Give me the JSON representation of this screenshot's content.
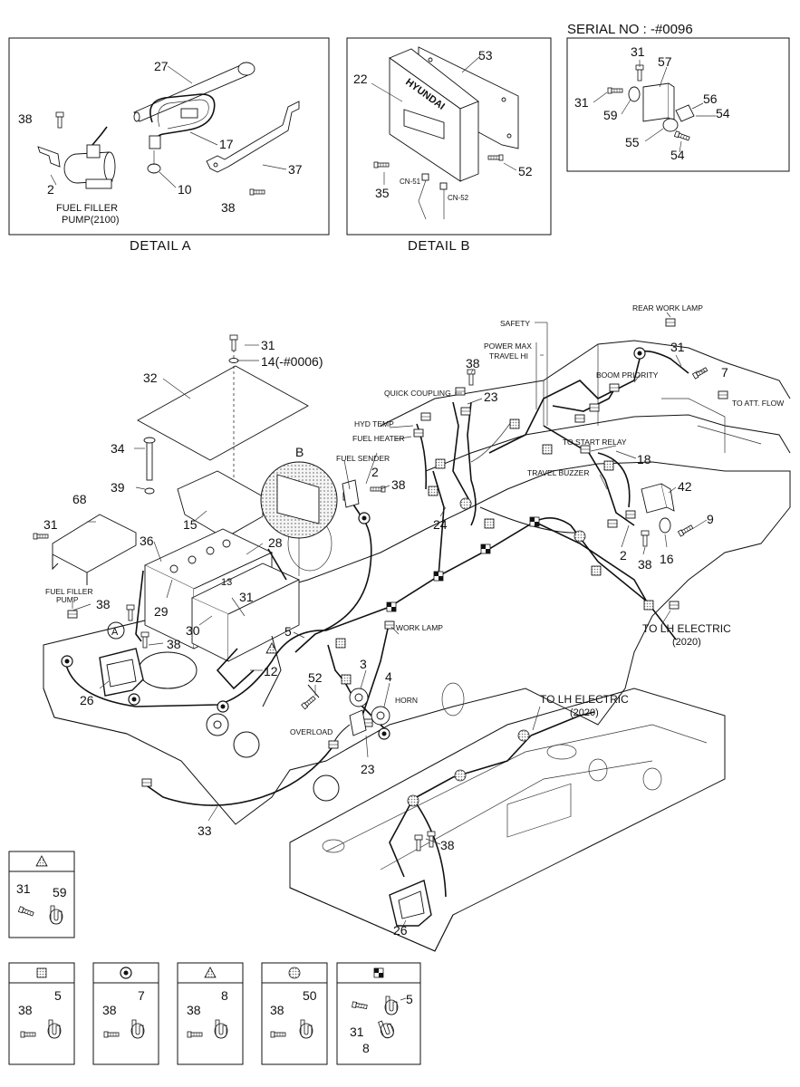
{
  "serial_text": "SERIAL NO : -#0096",
  "detail_a": {
    "caption": "DETAIL  A",
    "pump_label_1": "FUEL FILLER",
    "pump_label_2": "PUMP(2100)",
    "callouts": [
      "27",
      "38",
      "17",
      "2",
      "10",
      "37",
      "38"
    ]
  },
  "detail_b": {
    "caption": "DETAIL  B",
    "brand": "HYUNDAI",
    "connector_1": "CN-51",
    "connector_2": "CN-52",
    "callouts": [
      "53",
      "22",
      "35",
      "52"
    ]
  },
  "detail_c": {
    "callouts": [
      "31",
      "57",
      "31",
      "59",
      "56",
      "54",
      "55",
      "54"
    ]
  },
  "main": {
    "labels": {
      "rear_work_lamp": "REAR WORK LAMP",
      "safety": "SAFETY",
      "power_max": "POWER MAX",
      "travel_hi": "TRAVEL HI",
      "quick_coupling": "QUICK COUPLING",
      "boom_priority": "BOOM PRIORITY",
      "to_att_flow": "TO ATT. FLOW",
      "hyd_temp": "HYD TEMP",
      "fuel_heater": "FUEL HEATER",
      "to_start_relay": "TO START RELAY",
      "fuel_sender": "FUEL SENDER",
      "travel_buzzer": "TRAVEL BUZZER",
      "fuel_filler_pump_1": "FUEL FILLER",
      "fuel_filler_pump_2": "PUMP",
      "work_lamp": "WORK LAMP",
      "horn": "HORN",
      "overload": "OVERLOAD",
      "to_lh_electric_1": "TO LH ELECTRIC",
      "to_lh_electric_1_sub": "(2020)",
      "to_lh_electric_2": "TO LH ELECTRIC",
      "to_lh_electric_2_sub": "(2020)",
      "detail_b_marker": "B",
      "detail_a_marker": "A",
      "battery_cap_13": "13"
    },
    "callouts": {
      "c31a": "31",
      "c14": "14(-#0006)",
      "c32": "32",
      "c34": "34",
      "c39": "39",
      "c68": "68",
      "c31b": "31",
      "c15": "15",
      "c36": "36",
      "c28": "28",
      "c29": "29",
      "c31c": "31",
      "c30": "30",
      "c38a": "38",
      "c38b": "38",
      "c26a": "26",
      "c12": "12",
      "c5": "5",
      "c52": "52",
      "c3": "3",
      "c4": "4",
      "c23a": "23",
      "c33": "33",
      "c2a": "2",
      "c38c": "38",
      "c24": "24",
      "c38d": "38",
      "c23b": "23",
      "c18": "18",
      "c31d": "31",
      "c7": "7",
      "c42": "42",
      "c9": "9",
      "c16": "16",
      "c2b": "2",
      "c38e": "38",
      "c38f": "38",
      "c26b": "26"
    }
  },
  "legend": {
    "triangle_box": {
      "symbol": "triangle-grey",
      "callouts": [
        "31",
        "59"
      ]
    },
    "boxes": [
      {
        "symbol": "dotted-square",
        "callouts": [
          "38",
          "5"
        ]
      },
      {
        "symbol": "bullseye",
        "callouts": [
          "38",
          "7"
        ]
      },
      {
        "symbol": "triangle-grey",
        "callouts": [
          "38",
          "8"
        ]
      },
      {
        "symbol": "dotted-circle",
        "callouts": [
          "38",
          "50"
        ]
      },
      {
        "symbol": "checker-square",
        "callouts": [
          "5",
          "31",
          "8"
        ]
      }
    ]
  }
}
